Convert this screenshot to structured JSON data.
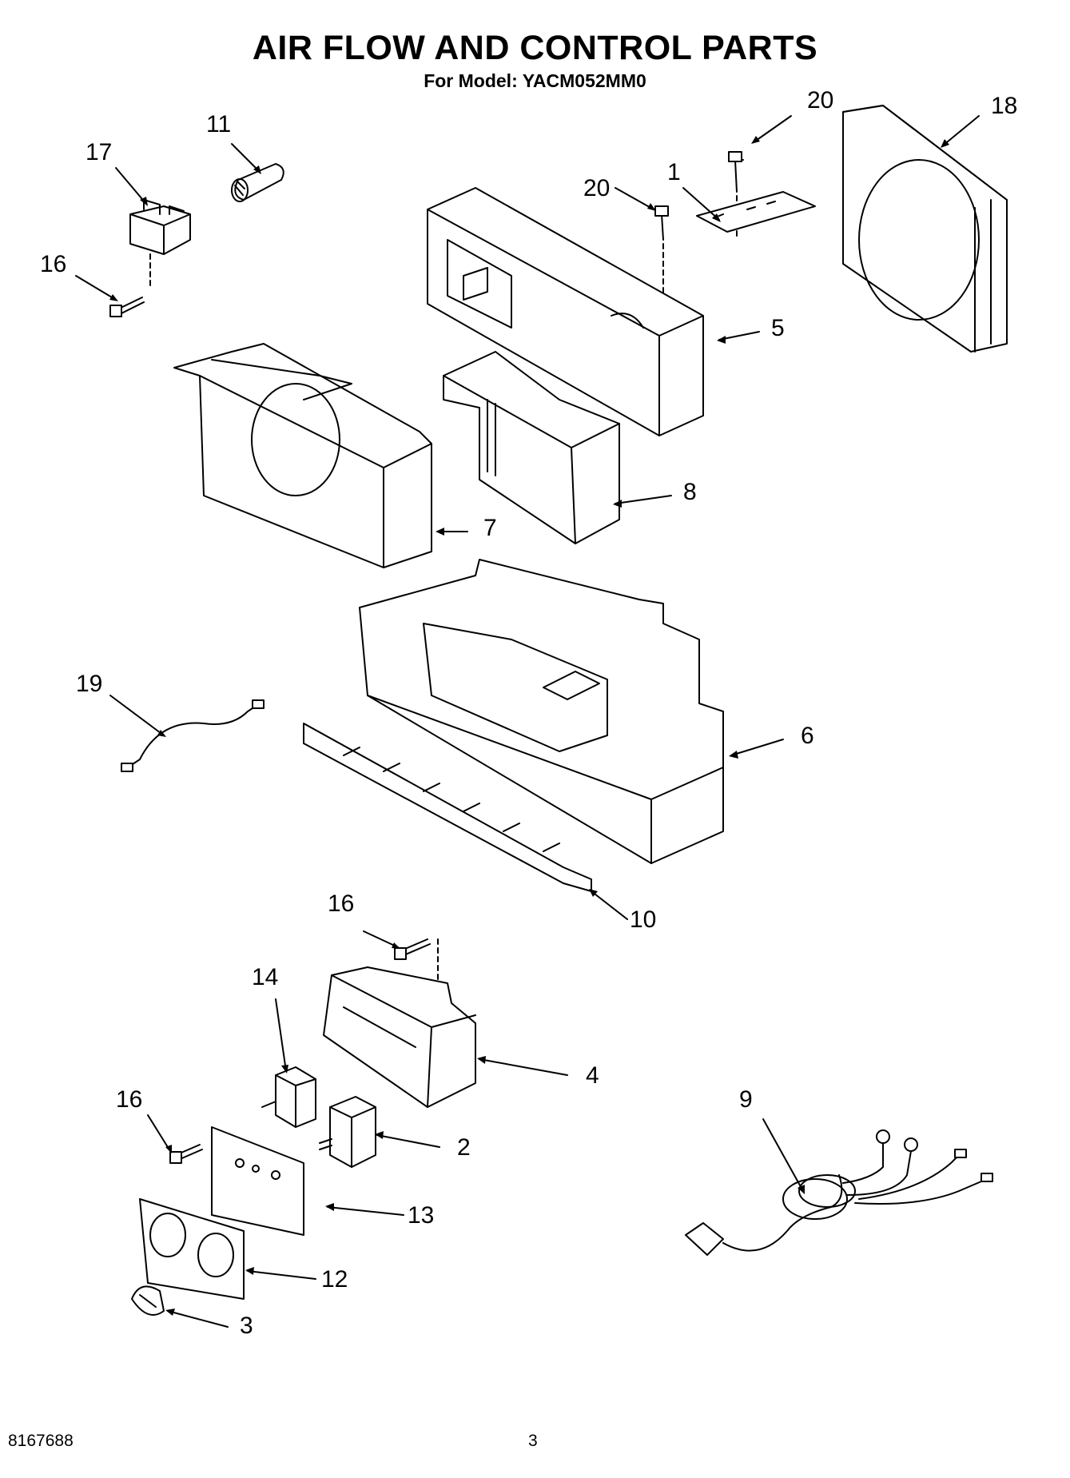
{
  "header": {
    "title": "AIR FLOW AND CONTROL PARTS",
    "subtitle": "For Model: YACM052MM0"
  },
  "callouts": [
    "1",
    "2",
    "3",
    "4",
    "5",
    "6",
    "7",
    "8",
    "9",
    "10",
    "11",
    "12",
    "13",
    "14",
    "16",
    "16",
    "16",
    "17",
    "18",
    "19",
    "20",
    "20"
  ],
  "footer": {
    "doc_number": "8167688",
    "page_number": "3"
  }
}
